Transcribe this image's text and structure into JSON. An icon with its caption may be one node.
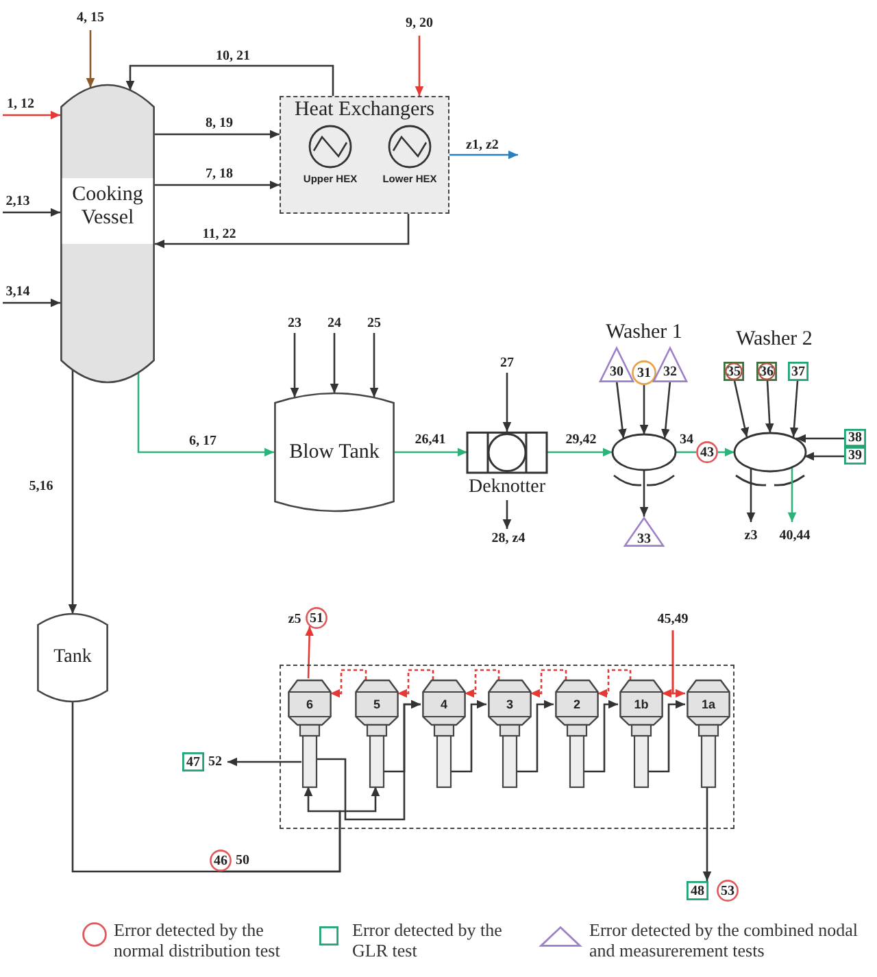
{
  "diagram": {
    "nodes": [
      {
        "text": [
          "Cooking Vessel"
        ]
      },
      {
        "text": [
          "Heat Exchangers"
        ]
      },
      {
        "text": [
          "Upper HEX"
        ],
        "in": 1
      },
      {
        "text": [
          "Lower HEX"
        ],
        "in": 1
      },
      {
        "text": [
          "Blow Tank"
        ]
      },
      {
        "text": [],
        "shape": "ellipse"
      },
      {
        "text": [],
        "shape": "ellipse"
      },
      {
        "text": [
          "30"
        ]
      },
      {
        "text": [
          "31"
        ]
      },
      {
        "text": [
          "32"
        ]
      },
      {
        "text": [
          "35"
        ]
      },
      {
        "text": [
          "36"
        ]
      },
      {
        "text": [
          "37"
        ]
      },
      {
        "text": [
          "Deknotter"
        ]
      },
      {
        "text": [
          "43"
        ]
      },
      {
        "text": [
          "38"
        ]
      },
      {
        "text": [
          "39"
        ]
      },
      {
        "text": [
          "33"
        ]
      },
      {
        "text": [
          "Tank"
        ]
      },
      {
        "text": [
          "51"
        ],
        "beside": [
          "z5"
        ]
      },
      {
        "text": [],
        "shape": "box"
      },
      {
        "text": [
          "6"
        ],
        "in": 20
      },
      {
        "text": [
          "5"
        ],
        "in": 20
      },
      {
        "text": [
          "4"
        ],
        "in": 20
      },
      {
        "text": [
          "3"
        ],
        "in": 20
      },
      {
        "text": [
          "2"
        ],
        "in": 20
      },
      {
        "text": [
          "1b"
        ],
        "in": 20
      },
      {
        "text": [
          "1a"
        ],
        "in": 20
      },
      {
        "text": [
          "47"
        ],
        "beside": [
          "52"
        ]
      },
      {
        "text": [
          "46"
        ],
        "beside": [
          "50"
        ]
      },
      {
        "text": [
          "48"
        ]
      },
      {
        "text": [
          "53"
        ]
      }
    ],
    "edges": [
      {
        "from": null,
        "to": 0,
        "arrow": "to",
        "label": "4, 15",
        "color": "#8b5a2b"
      },
      {
        "from": null,
        "to": 0,
        "arrow": "to",
        "label": "1, 12",
        "color": "#e53935"
      },
      {
        "from": null,
        "to": 0,
        "arrow": "to",
        "label": "2,13"
      },
      {
        "from": null,
        "to": 0,
        "arrow": "to",
        "label": "3,14"
      },
      {
        "from": 1,
        "to": 0,
        "arrow": "to",
        "label": "10, 21"
      },
      {
        "from": null,
        "to": 1,
        "arrow": "to",
        "label": "9, 20",
        "color": "#e53935"
      },
      {
        "from": 0,
        "to": 1,
        "arrow": "to",
        "label": "8, 19"
      },
      {
        "from": 0,
        "to": 1,
        "arrow": "to",
        "label": "7, 18"
      },
      {
        "from": 1,
        "to": null,
        "arrow": "to",
        "label": "z1, z2",
        "color": "#2a7fc1"
      },
      {
        "from": 1,
        "to": 0,
        "arrow": "to",
        "label": "11, 22"
      },
      {
        "from": 0,
        "to": 18,
        "arrow": "to",
        "label": "5,16"
      },
      {
        "from": 0,
        "to": 4,
        "arrow": "to",
        "label": "6, 17",
        "color": "#2db37a"
      },
      {
        "from": null,
        "to": 4,
        "arrow": "to",
        "label": "23"
      },
      {
        "from": null,
        "to": 4,
        "arrow": "to",
        "label": "24"
      },
      {
        "from": null,
        "to": 4,
        "arrow": "to",
        "label": "25"
      },
      {
        "from": 4,
        "to": 13,
        "arrow": "to",
        "label": "26,41",
        "color": "#2db37a"
      },
      {
        "from": null,
        "to": 13,
        "arrow": "to",
        "label": "27"
      },
      {
        "from": 13,
        "to": null,
        "arrow": "to",
        "label": "28, z4"
      },
      {
        "from": 13,
        "to": 5,
        "arrow": "to",
        "label": "29,42",
        "color": "#2db37a"
      },
      {
        "from": 7,
        "to": 5,
        "arrow": "to"
      },
      {
        "from": 8,
        "to": 5,
        "arrow": "to"
      },
      {
        "from": 9,
        "to": 5,
        "arrow": "to"
      },
      {
        "from": 5,
        "to": 17,
        "arrow": "to"
      },
      {
        "from": 5,
        "to": 14,
        "arrow": "none",
        "label": "34",
        "color": "#2db37a"
      },
      {
        "from": 14,
        "to": 6,
        "arrow": "to",
        "color": "#2db37a"
      },
      {
        "from": 10,
        "to": 6,
        "arrow": "to"
      },
      {
        "from": 11,
        "to": 6,
        "arrow": "to"
      },
      {
        "from": 12,
        "to": 6,
        "arrow": "to"
      },
      {
        "from": 15,
        "to": 6,
        "arrow": "to"
      },
      {
        "from": 16,
        "to": 6,
        "arrow": "to"
      },
      {
        "from": 6,
        "to": null,
        "arrow": "to",
        "label": "z3"
      },
      {
        "from": 6,
        "to": null,
        "arrow": "to",
        "label": "40,44",
        "color": "#2db37a"
      },
      {
        "from": 21,
        "to": 19,
        "arrow": "to",
        "color": "#e53935"
      },
      {
        "from": null,
        "to": 27,
        "arrow": "to",
        "label": "45,49",
        "color": "#e53935"
      },
      {
        "from": null,
        "to": 26,
        "arrow": "to",
        "color": "#e53935"
      },
      {
        "from": 26,
        "to": 27,
        "arrow": "to"
      },
      {
        "from": 25,
        "to": 26,
        "arrow": "to"
      },
      {
        "from": 24,
        "to": 25,
        "arrow": "to"
      },
      {
        "from": 23,
        "to": 24,
        "arrow": "to"
      },
      {
        "from": 22,
        "to": 23,
        "arrow": "to"
      },
      {
        "from": 21,
        "to": 23,
        "arrow": "to"
      },
      {
        "from": 26,
        "to": 25,
        "arrow": "to",
        "style": "dashed",
        "color": "#e53935"
      },
      {
        "from": 25,
        "to": 24,
        "arrow": "to",
        "style": "dashed",
        "color": "#e53935"
      },
      {
        "from": 24,
        "to": 23,
        "arrow": "to",
        "style": "dashed",
        "color": "#e53935"
      },
      {
        "from": 23,
        "to": 22,
        "arrow": "to",
        "style": "dashed",
        "color": "#e53935"
      },
      {
        "from": 22,
        "to": 21,
        "arrow": "to",
        "style": "dashed",
        "color": "#e53935"
      },
      {
        "from": 18,
        "to": 29,
        "arrow": "none"
      },
      {
        "from": 29,
        "to": 21,
        "arrow": "to"
      },
      {
        "from": 29,
        "to": 22,
        "arrow": "to"
      },
      {
        "from": 21,
        "to": 28,
        "arrow": "to"
      },
      {
        "from": 27,
        "to": 30,
        "arrow": "to"
      }
    ],
    "labels": [
      "Washer 1",
      "Washer 2"
    ],
    "legend": [
      {
        "text": "Error detected by the normal distribution test"
      },
      {
        "text": "Error detected by the GLR test"
      },
      {
        "text": "Error detected by the combined nodal and measurerement tests"
      }
    ]
  }
}
